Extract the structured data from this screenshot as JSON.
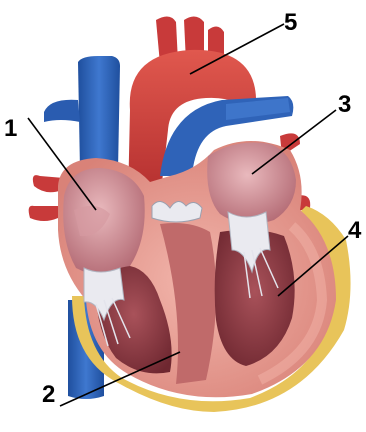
{
  "diagram": {
    "labels": [
      "1",
      "2",
      "3",
      "4",
      "5"
    ]
  },
  "colors": {
    "vein_blue": "#2f63b8",
    "artery_red": "#c83a3a",
    "myocardium": "#e99a90",
    "chamber_dark": "#8a3a40",
    "fat_yellow": "#e8c45a",
    "valve_white": "#eaeaf0"
  }
}
